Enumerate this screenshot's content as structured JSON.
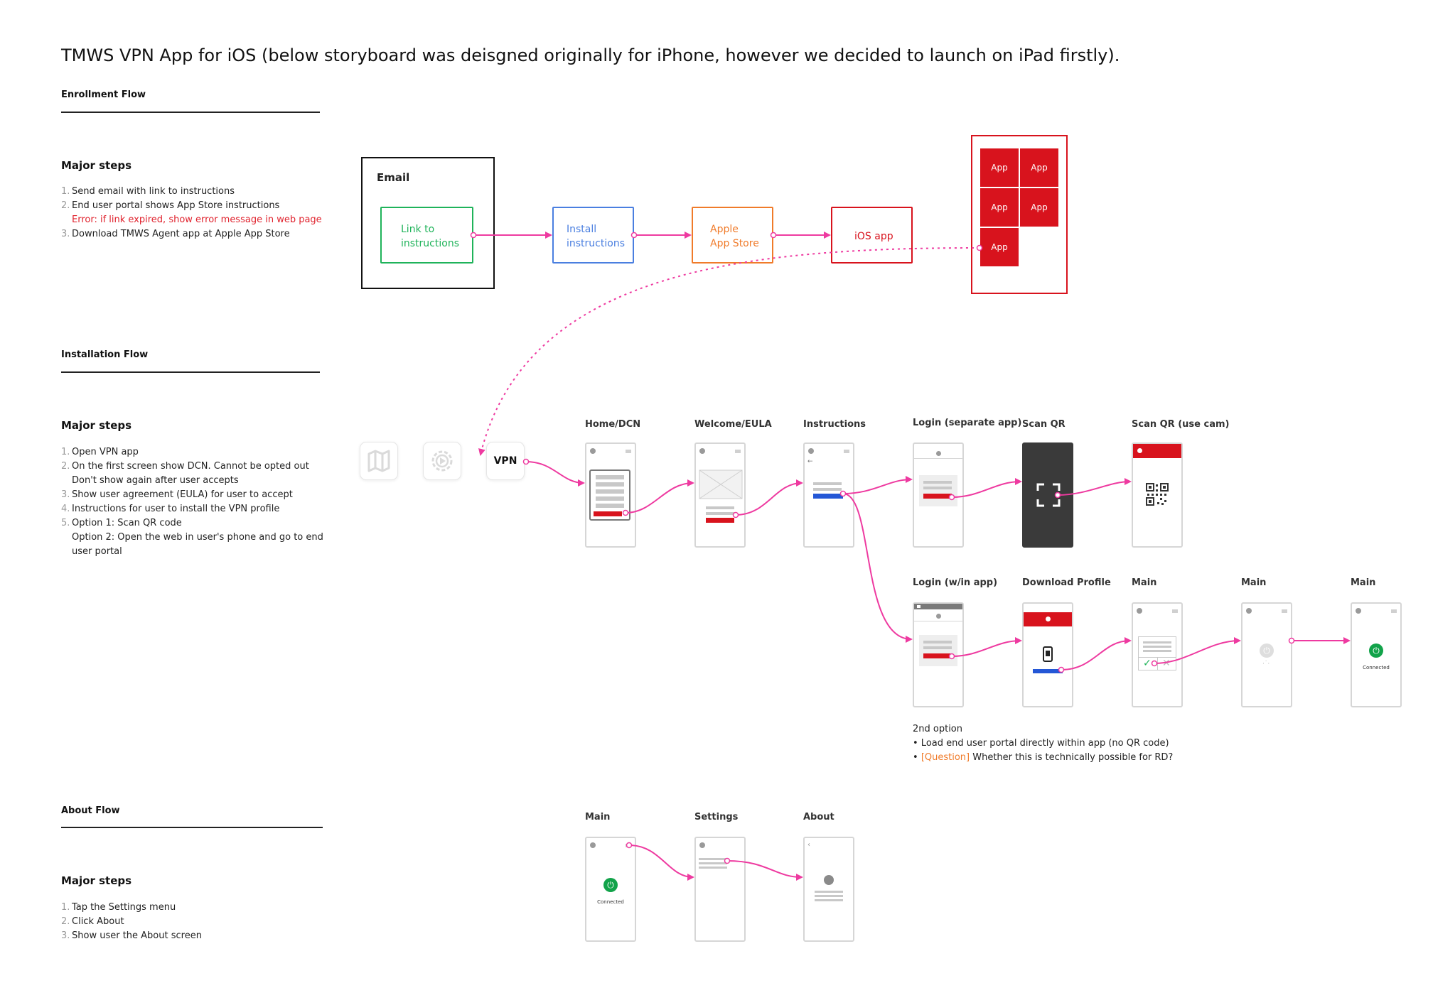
{
  "page_title": "TMWS VPN App for iOS (below storyboard was deisgned originally for iPhone, however we decided to launch on iPad firstly).",
  "enrollment": {
    "title": "Enrollment Flow",
    "steps_title": "Major steps",
    "steps": [
      {
        "num": "1.",
        "text": "Send email with link to instructions"
      },
      {
        "num": "2.",
        "text": "End user portal shows App Store instructions"
      },
      {
        "num": "",
        "text": "Error: if link expired, show error message in web page",
        "error": true
      },
      {
        "num": "3.",
        "text": "Download TMWS Agent app at Apple App Store"
      }
    ],
    "email_label": "Email",
    "nodes": [
      {
        "label": "Link to instructions",
        "line1": "Link to",
        "line2": "instructions",
        "color": "#1fb35a"
      },
      {
        "label": "Install instructions",
        "line1": "Install",
        "line2": "instructions",
        "color": "#4a7fe0"
      },
      {
        "label": "Apple App Store",
        "line1": "Apple",
        "line2": "App Store",
        "color": "#f07b2a"
      },
      {
        "label": "iOS app",
        "line1": "iOS app",
        "line2": "",
        "color": "#d8131d"
      }
    ],
    "app_tiles": [
      "App",
      "App",
      "App",
      "App",
      "App"
    ]
  },
  "installation": {
    "title": "Installation Flow",
    "steps_title": "Major steps",
    "steps": [
      {
        "num": "1.",
        "text": "Open VPN app"
      },
      {
        "num": "2.",
        "text": "On the first screen show DCN. Cannot be opted out"
      },
      {
        "num": "",
        "text": "Don't show again after user accepts"
      },
      {
        "num": "3.",
        "text": "Show user agreement (EULA) for user to accept"
      },
      {
        "num": "4.",
        "text": "Instructions for user to install the VPN profile"
      },
      {
        "num": "5.",
        "text": "Option 1: Scan QR code"
      },
      {
        "num": "",
        "text": "Option 2: Open the web in user's phone and go to end"
      },
      {
        "num": "",
        "text": "user portal"
      }
    ],
    "launcher_icons": [
      "map-icon",
      "settings-play-icon"
    ],
    "vpn_icon_label": "VPN",
    "screens_row1": [
      "Home/DCN",
      "Welcome/EULA",
      "Instructions",
      "Login (separate app)",
      "Scan QR",
      "Scan QR (use cam)"
    ],
    "screens_row2": [
      "Login (w/in app)",
      "Download Profile",
      "Main",
      "Main",
      "Main"
    ],
    "connected_text": "Connected",
    "note_title": "2nd option",
    "note_line1": "• Load end user portal directly within app (no QR code)",
    "note_bullet": "• ",
    "note_question": "[Question]",
    "note_line2_rest": " Whether this is technically possible for RD?"
  },
  "about": {
    "title": "About Flow",
    "steps_title": "Major steps",
    "steps": [
      {
        "num": "1.",
        "text": "Tap the Settings menu"
      },
      {
        "num": "2.",
        "text": "Click About"
      },
      {
        "num": "3.",
        "text": "Show user the About screen"
      }
    ],
    "screens": [
      "Main",
      "Settings",
      "About"
    ],
    "connected_text": "Connected"
  },
  "colors": {
    "accent_red": "#d8131d",
    "flow_line": "#ee3aa0",
    "green": "#1fb35a",
    "blue": "#4a7fe0",
    "orange": "#f07b2a"
  }
}
